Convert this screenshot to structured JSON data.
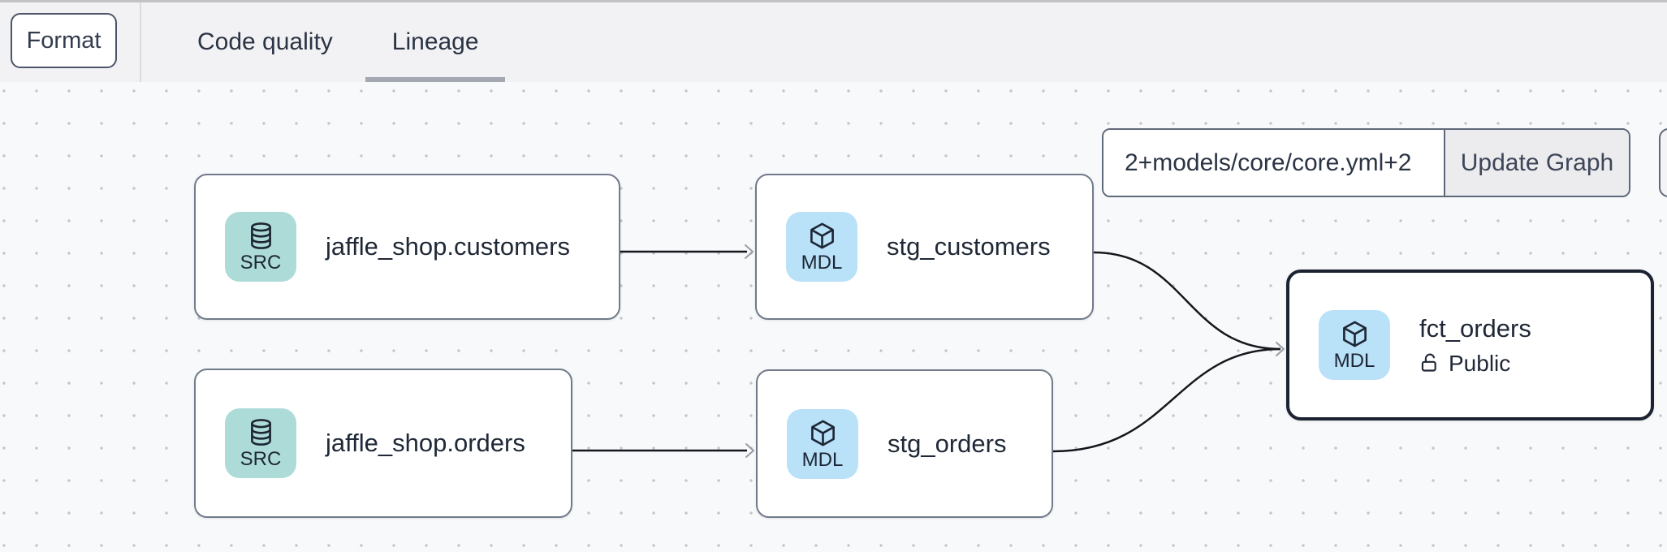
{
  "topbar": {
    "format_button": "Format",
    "tabs": [
      {
        "label": "Code quality",
        "active": false
      },
      {
        "label": "Lineage",
        "active": true
      }
    ]
  },
  "lineage_controls": {
    "selector_value": "2+models/core/core.yml+2",
    "update_button": "Update Graph"
  },
  "nodes": [
    {
      "title": "jaffle_shop.customers",
      "badge": "SRC",
      "kind": "source",
      "selected": false
    },
    {
      "title": "stg_customers",
      "badge": "MDL",
      "kind": "model",
      "selected": false
    },
    {
      "title": "jaffle_shop.orders",
      "badge": "SRC",
      "kind": "source",
      "selected": false
    },
    {
      "title": "stg_orders",
      "badge": "MDL",
      "kind": "model",
      "selected": false
    },
    {
      "title": "fct_orders",
      "badge": "MDL",
      "kind": "model",
      "access": "Public",
      "selected": true
    }
  ],
  "edges": [
    {
      "from": "jaffle_shop.customers",
      "to": "stg_customers"
    },
    {
      "from": "jaffle_shop.orders",
      "to": "stg_orders"
    },
    {
      "from": "stg_customers",
      "to": "fct_orders"
    },
    {
      "from": "stg_orders",
      "to": "fct_orders"
    }
  ],
  "colors": {
    "canvas_bg": "#f8f9fb",
    "topbar_bg": "#f2f2f4",
    "text_color": "#212b3b",
    "node_border": "#717b8a",
    "selected_node_border": "#1b2230",
    "source_badge_bg": "#addbd7",
    "model_badge_bg": "#b9e1f8",
    "edge_color": "#15171c",
    "arrowhead": "#969ca6",
    "button_bg": "#ececee",
    "tab_underline": "#a4a9b1"
  }
}
